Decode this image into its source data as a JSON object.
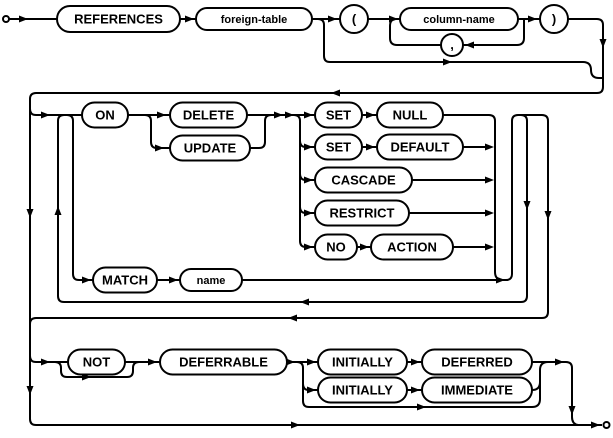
{
  "diagram": {
    "kind": "railroad-syntax-diagram",
    "colors": {
      "line": "#000000",
      "bubble_fill": "#ffffff",
      "background": "#ffffff"
    },
    "nodes": {
      "references": "REFERENCES",
      "foreign_table": "foreign-table",
      "lparen": "(",
      "column_name": "column-name",
      "comma": ",",
      "rparen": ")",
      "on": "ON",
      "delete": "DELETE",
      "update": "UPDATE",
      "set1": "SET",
      "null": "NULL",
      "set2": "SET",
      "default": "DEFAULT",
      "cascade": "CASCADE",
      "restrict": "RESTRICT",
      "no": "NO",
      "action": "ACTION",
      "match": "MATCH",
      "name": "name",
      "not": "NOT",
      "deferrable": "DEFERRABLE",
      "initially1": "INITIALLY",
      "deferred": "DEFERRED",
      "initially2": "INITIALLY",
      "immediate": "IMMEDIATE"
    }
  }
}
